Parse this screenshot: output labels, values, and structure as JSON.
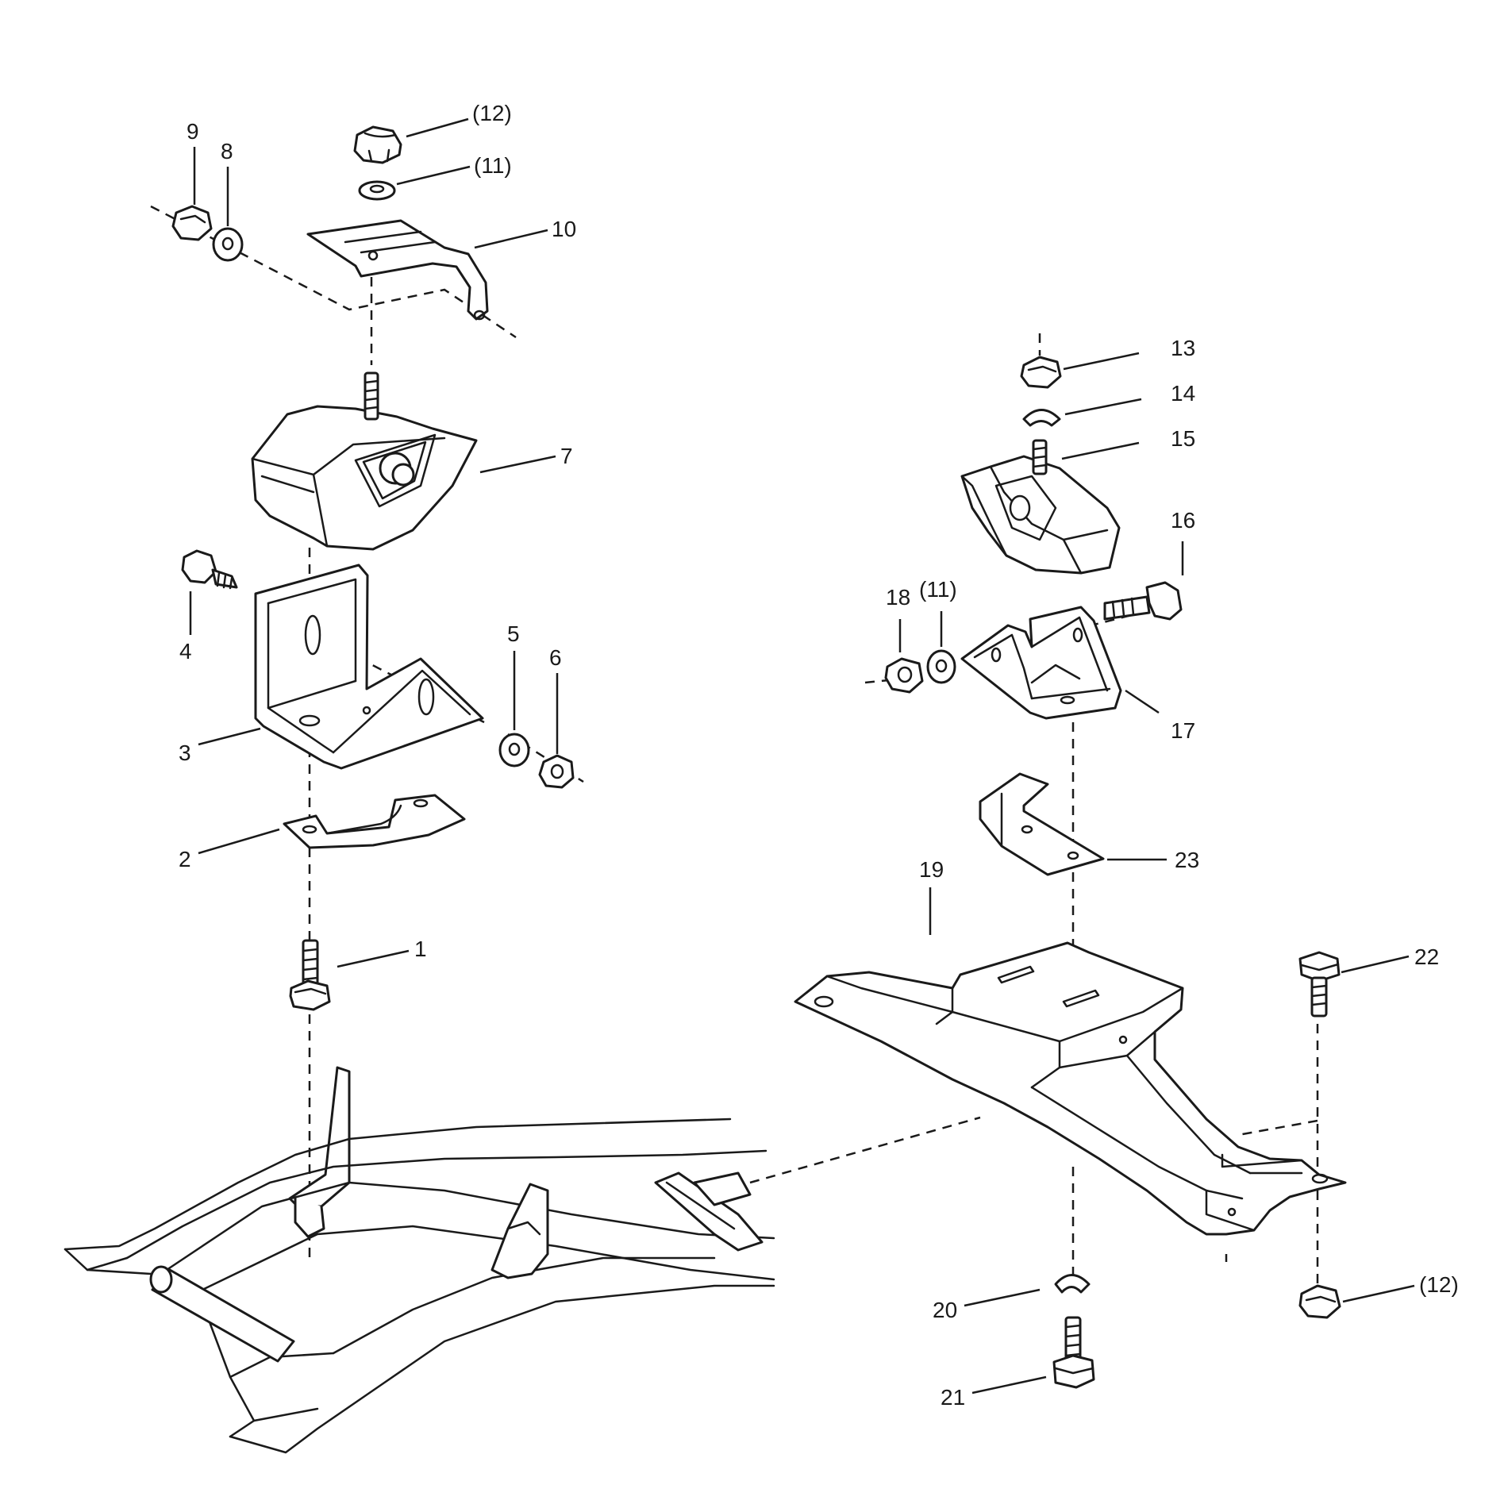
{
  "labels": {
    "p1": "1",
    "p2": "2",
    "p3": "3",
    "p4": "4",
    "p5": "5",
    "p6": "6",
    "p7": "7",
    "p8": "8",
    "p9": "9",
    "p10": "10",
    "p11_top": "(11)",
    "p11_mid": "(11)",
    "p12_top": "(12)",
    "p12_bottom": "(12)",
    "p13": "13",
    "p14": "14",
    "p15": "15",
    "p16": "16",
    "p17": "17",
    "p18": "18",
    "p19": "19",
    "p20": "20",
    "p21": "21",
    "p22": "22",
    "p23": "23"
  },
  "colors": {
    "line": "#1a1a1a",
    "background": "#ffffff"
  }
}
